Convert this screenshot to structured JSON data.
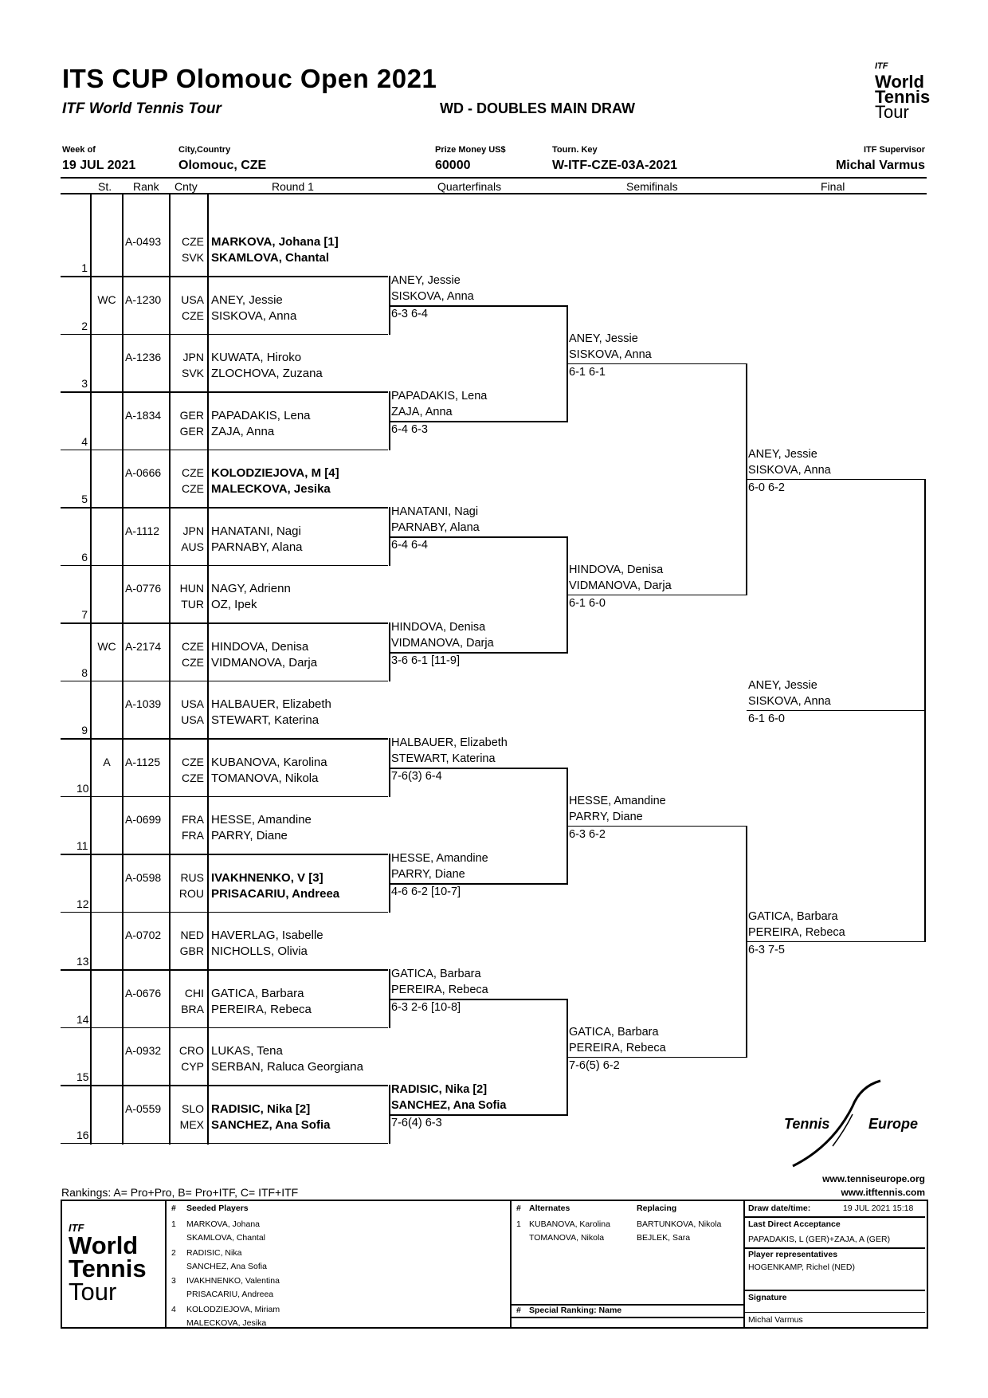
{
  "header": {
    "title": "ITS CUP Olomouc Open 2021",
    "subtitle": "ITF World Tennis Tour",
    "draw_type": "WD - DOUBLES MAIN DRAW",
    "week_label": "Week of",
    "week_value": "19 JUL 2021",
    "city_label": "City,Country",
    "city_value": "Olomouc, CZE",
    "prize_label": "Prize Money US$",
    "prize_value": "60000",
    "key_label": "Tourn. Key",
    "key_value": "W-ITF-CZE-03A-2021",
    "supervisor_label": "ITF Supervisor",
    "supervisor_value": "Michal Varmus"
  },
  "logo": {
    "itf": "ITF",
    "line1": "World",
    "line2": "Tennis",
    "line3": "Tour"
  },
  "columns": {
    "st": "St.",
    "rank": "Rank",
    "cnty": "Cnty",
    "r1": "Round 1",
    "qf": "Quarterfinals",
    "sf": "Semifinals",
    "final": "Final"
  },
  "entries": [
    {
      "no": "1",
      "st": "",
      "rank": "A-0493",
      "c1": "CZE",
      "c2": "SVK",
      "p1": "MARKOVA, Johana [1]",
      "p2": "SKAMLOVA, Chantal"
    },
    {
      "no": "2",
      "st": "WC",
      "rank": "A-1230",
      "c1": "USA",
      "c2": "CZE",
      "p1": "ANEY, Jessie",
      "p2": "SISKOVA, Anna"
    },
    {
      "no": "3",
      "st": "",
      "rank": "A-1236",
      "c1": "JPN",
      "c2": "SVK",
      "p1": "KUWATA, Hiroko",
      "p2": "ZLOCHOVA, Zuzana"
    },
    {
      "no": "4",
      "st": "",
      "rank": "A-1834",
      "c1": "GER",
      "c2": "GER",
      "p1": "PAPADAKIS, Lena",
      "p2": "ZAJA, Anna"
    },
    {
      "no": "5",
      "st": "",
      "rank": "A-0666",
      "c1": "CZE",
      "c2": "CZE",
      "p1": "KOLODZIEJOVA, M [4]",
      "p2": "MALECKOVA, Jesika"
    },
    {
      "no": "6",
      "st": "",
      "rank": "A-1112",
      "c1": "JPN",
      "c2": "AUS",
      "p1": "HANATANI, Nagi",
      "p2": "PARNABY, Alana"
    },
    {
      "no": "7",
      "st": "",
      "rank": "A-0776",
      "c1": "HUN",
      "c2": "TUR",
      "p1": "NAGY, Adrienn",
      "p2": "OZ, Ipek"
    },
    {
      "no": "8",
      "st": "WC",
      "rank": "A-2174",
      "c1": "CZE",
      "c2": "CZE",
      "p1": "HINDOVA, Denisa",
      "p2": "VIDMANOVA, Darja"
    },
    {
      "no": "9",
      "st": "",
      "rank": "A-1039",
      "c1": "USA",
      "c2": "USA",
      "p1": "HALBAUER, Elizabeth",
      "p2": "STEWART, Katerina"
    },
    {
      "no": "10",
      "st": "A",
      "rank": "A-1125",
      "c1": "CZE",
      "c2": "CZE",
      "p1": "KUBANOVA, Karolina",
      "p2": "TOMANOVA, Nikola"
    },
    {
      "no": "11",
      "st": "",
      "rank": "A-0699",
      "c1": "FRA",
      "c2": "FRA",
      "p1": "HESSE, Amandine",
      "p2": "PARRY, Diane"
    },
    {
      "no": "12",
      "st": "",
      "rank": "A-0598",
      "c1": "RUS",
      "c2": "ROU",
      "p1": "IVAKHNENKO, V [3]",
      "p2": "PRISACARIU, Andreea"
    },
    {
      "no": "13",
      "st": "",
      "rank": "A-0702",
      "c1": "NED",
      "c2": "GBR",
      "p1": "HAVERLAG, Isabelle",
      "p2": "NICHOLLS, Olivia"
    },
    {
      "no": "14",
      "st": "",
      "rank": "A-0676",
      "c1": "CHI",
      "c2": "BRA",
      "p1": "GATICA, Barbara",
      "p2": "PEREIRA, Rebeca"
    },
    {
      "no": "15",
      "st": "",
      "rank": "A-0932",
      "c1": "CRO",
      "c2": "CYP",
      "p1": "LUKAS, Tena",
      "p2": "SERBAN, Raluca Georgiana"
    },
    {
      "no": "16",
      "st": "",
      "rank": "A-0559",
      "c1": "SLO",
      "c2": "MEX",
      "p1": "RADISIC, Nika [2]",
      "p2": "SANCHEZ, Ana Sofia"
    }
  ],
  "qf": [
    {
      "p1": "ANEY, Jessie",
      "p2": "SISKOVA, Anna",
      "score": "6-3 6-4"
    },
    {
      "p1": "PAPADAKIS, Lena",
      "p2": "ZAJA, Anna",
      "score": "6-4 6-3"
    },
    {
      "p1": "HANATANI, Nagi",
      "p2": "PARNABY, Alana",
      "score": "6-4 6-4"
    },
    {
      "p1": "HINDOVA, Denisa",
      "p2": "VIDMANOVA, Darja",
      "score": "3-6 6-1 [11-9]"
    },
    {
      "p1": "HALBAUER, Elizabeth",
      "p2": "STEWART, Katerina",
      "score": "7-6(3) 6-4"
    },
    {
      "p1": "HESSE, Amandine",
      "p2": "PARRY, Diane",
      "score": "4-6 6-2 [10-7]"
    },
    {
      "p1": "GATICA, Barbara",
      "p2": "PEREIRA, Rebeca",
      "score": "6-3 2-6 [10-8]"
    },
    {
      "p1": "RADISIC, Nika [2]",
      "p2": "SANCHEZ, Ana Sofia",
      "score": "7-6(4) 6-3"
    }
  ],
  "sf": [
    {
      "p1": "ANEY, Jessie",
      "p2": "SISKOVA, Anna",
      "score": "6-1 6-1"
    },
    {
      "p1": "HINDOVA, Denisa",
      "p2": "VIDMANOVA, Darja",
      "score": "6-1 6-0"
    },
    {
      "p1": "HESSE, Amandine",
      "p2": "PARRY, Diane",
      "score": "6-3 6-2"
    },
    {
      "p1": "GATICA, Barbara",
      "p2": "PEREIRA, Rebeca",
      "score": "7-6(5) 6-2"
    }
  ],
  "final": [
    {
      "p1": "ANEY, Jessie",
      "p2": "SISKOVA, Anna",
      "score": "6-0 6-2"
    },
    {
      "p1": "GATICA, Barbara",
      "p2": "PEREIRA, Rebeca",
      "score": "6-3 7-5"
    }
  ],
  "winner": {
    "p1": "ANEY, Jessie",
    "p2": "SISKOVA, Anna",
    "score": "6-1 6-0"
  },
  "tennis_europe": {
    "left": "Tennis",
    "right": "Europe",
    "url1": "www.tenniseurope.org",
    "url2": "www.itftennis.com"
  },
  "footer": {
    "rankings": "Rankings: A= Pro+Pro, B= Pro+ITF, C= ITF+ITF",
    "seeded_hdr_no": "#",
    "seeded_hdr": "Seeded Players",
    "seeded": [
      {
        "no": "1",
        "a": "MARKOVA, Johana",
        "b": "SKAMLOVA, Chantal"
      },
      {
        "no": "2",
        "a": "RADISIC, Nika",
        "b": "SANCHEZ, Ana Sofia"
      },
      {
        "no": "3",
        "a": "IVAKHNENKO, Valentina",
        "b": "PRISACARIU, Andreea"
      },
      {
        "no": "4",
        "a": "KOLODZIEJOVA, Miriam",
        "b": "MALECKOVA, Jesika"
      }
    ],
    "alt_hdr_no": "#",
    "alt_hdr": "Alternates",
    "replacing_hdr": "Replacing",
    "alt_no": "1",
    "alt_a": "KUBANOVA, Karolina",
    "alt_b": "TOMANOVA, Nikola",
    "rep_a": "BARTUNKOVA, Nikola",
    "rep_b": "BEJLEK, Sara",
    "special_hdr_no": "#",
    "special_hdr": "Special Ranking: Name",
    "drawdate_label": "Draw date/time:",
    "drawdate_value": "19 JUL 2021 15:18",
    "lda_label": "Last Direct Acceptance",
    "lda_value": "PAPADAKIS, L (GER)+ZAJA, A (GER)",
    "rep_label": "Player representatives",
    "rep_value": "HOGENKAMP, Richel (NED)",
    "sig_label": "Signature",
    "sig_value": "Michal Varmus"
  }
}
